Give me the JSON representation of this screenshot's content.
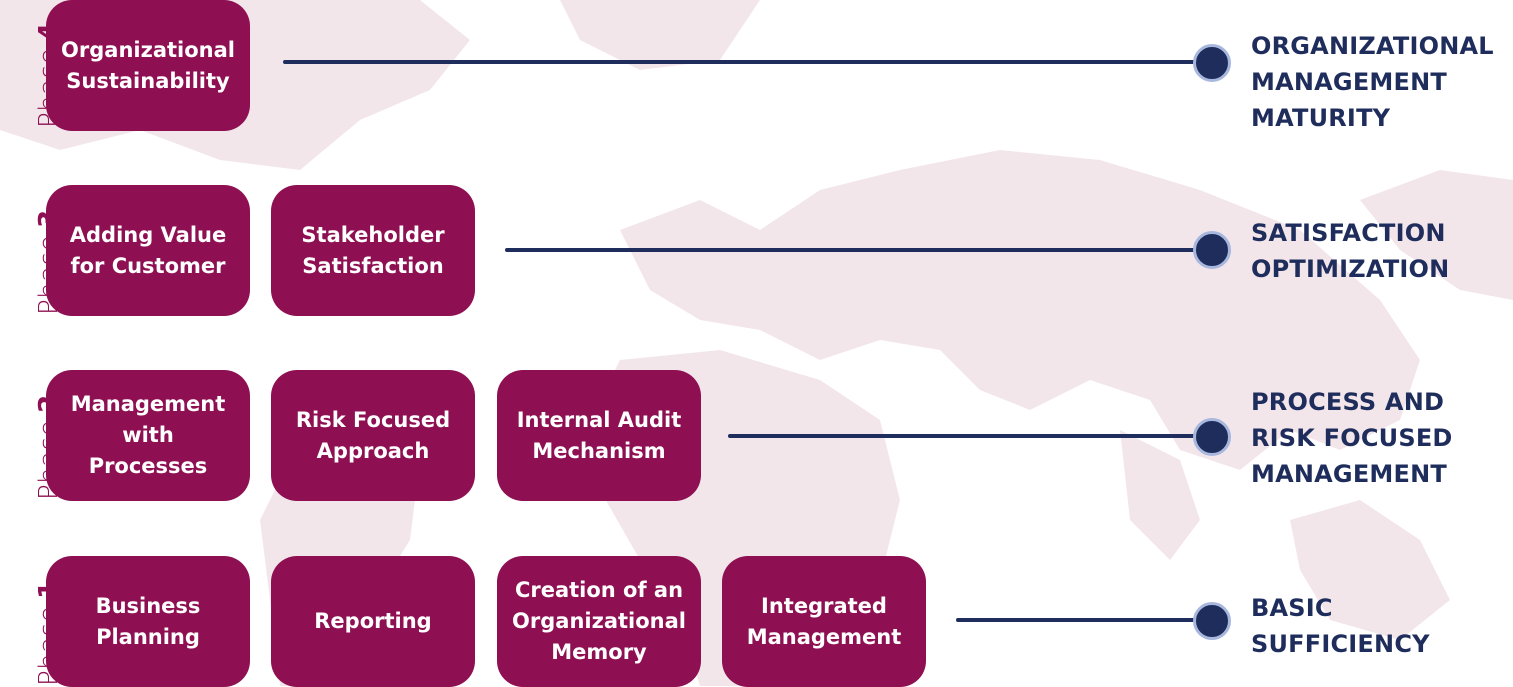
{
  "colors": {
    "box_fill": "#8e1052",
    "box_text": "#ffffff",
    "connector": "#1f2d5c",
    "dot_ring": "#a7b7dd",
    "outcome_text": "#1f2d5c",
    "phase_label": "#8e1052",
    "map_tint": "#f3e6eb"
  },
  "phases": [
    {
      "word": "Phase",
      "number": "4.",
      "boxes": [
        "Organizational\nSustainability"
      ],
      "outcome": "ORGANIZATIONAL\nMANAGEMENT\nMATURITY"
    },
    {
      "word": "Phase",
      "number": "3.",
      "boxes": [
        "Adding Value\nfor Customer",
        "Stakeholder\nSatisfaction"
      ],
      "outcome": "SATISFACTION\nOPTIMIZATION"
    },
    {
      "word": "Phase",
      "number": "2.",
      "boxes": [
        "Management\nwith\nProcesses",
        "Risk Focused\nApproach",
        "Internal Audit\nMechanism"
      ],
      "outcome": "PROCESS AND\nRISK FOCUSED\nMANAGEMENT"
    },
    {
      "word": "Phase",
      "number": "1.",
      "boxes": [
        "Business\nPlanning",
        "Reporting",
        "Creation of an\nOrganizational\nMemory",
        "Integrated\nManagement"
      ],
      "outcome": "BASIC\nSUFFICIENCY"
    }
  ]
}
